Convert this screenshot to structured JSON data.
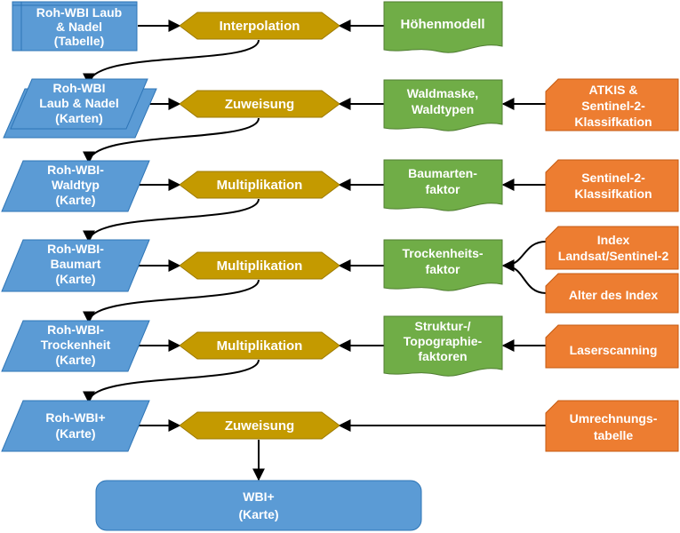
{
  "colors": {
    "blue_fill": "#5B9BD5",
    "blue_stroke": "#2E75B6",
    "gold_fill": "#C49A00",
    "gold_stroke": "#9C7A00",
    "green_fill": "#70AD47",
    "green_stroke": "#507E32",
    "orange_fill": "#ED7D31",
    "orange_stroke": "#C55A11"
  },
  "diagram": {
    "inputs_blue": [
      {
        "id": "roh-wbi-laub-nadel-tabelle",
        "lines": [
          "Roh-WBI Laub",
          "& Nadel",
          "(Tabelle)"
        ]
      },
      {
        "id": "roh-wbi-laub-nadel-karten",
        "lines": [
          "Roh-WBI",
          "Laub & Nadel",
          "(Karten)"
        ]
      },
      {
        "id": "roh-wbi-waldtyp",
        "lines": [
          "Roh-WBI-",
          "Waldtyp",
          "(Karte)"
        ]
      },
      {
        "id": "roh-wbi-baumart",
        "lines": [
          "Roh-WBI-",
          "Baumart",
          "(Karte)"
        ]
      },
      {
        "id": "roh-wbi-trockenheit",
        "lines": [
          "Roh-WBI-",
          "Trockenheit",
          "(Karte)"
        ]
      },
      {
        "id": "roh-wbi-plus",
        "lines": [
          "Roh-WBI+",
          "(Karte)"
        ]
      }
    ],
    "operations": [
      {
        "id": "interpolation",
        "label": "Interpolation"
      },
      {
        "id": "zuweisung-1",
        "label": "Zuweisung"
      },
      {
        "id": "multiplikation-1",
        "label": "Multiplikation"
      },
      {
        "id": "multiplikation-2",
        "label": "Multiplikation"
      },
      {
        "id": "multiplikation-3",
        "label": "Multiplikation"
      },
      {
        "id": "zuweisung-2",
        "label": "Zuweisung"
      }
    ],
    "data_green": [
      {
        "id": "hoehenmodell",
        "lines": [
          "Höhenmodell"
        ]
      },
      {
        "id": "waldmaske",
        "lines": [
          "Waldmaske,",
          "Waldtypen"
        ]
      },
      {
        "id": "baumartenfaktor",
        "lines": [
          "Baumarten-",
          "faktor"
        ]
      },
      {
        "id": "trockenheitsfaktor",
        "lines": [
          "Trockenheits-",
          "faktor"
        ]
      },
      {
        "id": "struktur",
        "lines": [
          "Struktur-/",
          "Topographie-",
          "faktoren"
        ]
      }
    ],
    "sources_orange": [
      {
        "id": "atkis",
        "lines": [
          "ATKIS &",
          "Sentinel-2-",
          "Klassifkation"
        ]
      },
      {
        "id": "sentinel-klass",
        "lines": [
          "Sentinel-2-",
          "Klassifkation"
        ]
      },
      {
        "id": "index-landsat",
        "lines": [
          "Index",
          "Landsat/Sentinel-2"
        ]
      },
      {
        "id": "alter-index",
        "lines": [
          "Alter des Index"
        ]
      },
      {
        "id": "laserscanning",
        "lines": [
          "Laserscanning"
        ]
      },
      {
        "id": "umrechnung",
        "lines": [
          "Umrechnungs-",
          "tabelle"
        ]
      }
    ],
    "output": {
      "id": "wbi-plus-karte",
      "lines": [
        "WBI+",
        "(Karte)"
      ]
    }
  }
}
